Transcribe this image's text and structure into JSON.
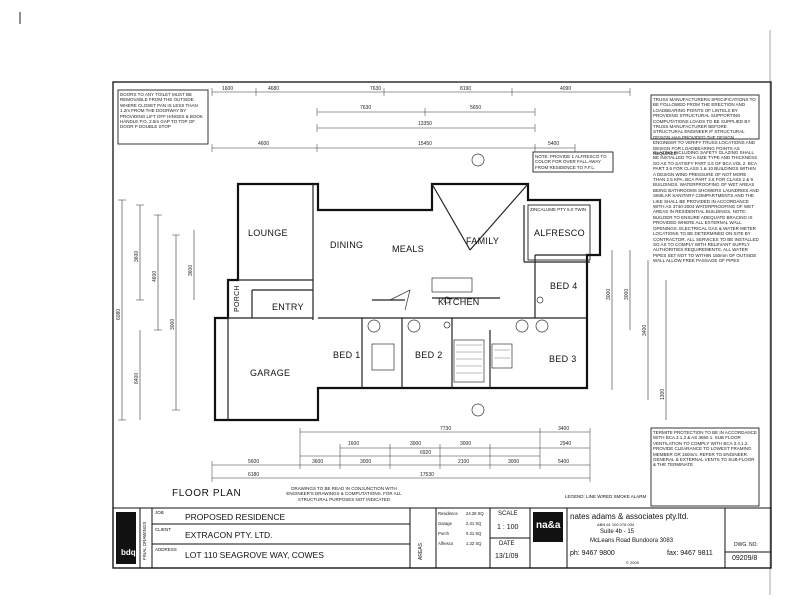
{
  "drawing": {
    "title": "FLOOR PLAN",
    "rooms": {
      "lounge": "LOUNGE",
      "dining": "DINING",
      "meals": "MEALS",
      "family": "FAMILY",
      "alfresco": "ALFRESCO",
      "entry": "ENTRY",
      "porch": "PORCH",
      "kitchen": "KITCHEN",
      "garage": "GARAGE",
      "bed1": "BED 1",
      "bed2": "BED 2",
      "bed3": "BED 3",
      "bed4": "BED 4"
    },
    "dimensions": {
      "top_row1": [
        "1600",
        "4680",
        "7630",
        "8190",
        "4090"
      ],
      "top_row2": [
        "7630",
        "5650"
      ],
      "top_row3": [
        "13350"
      ],
      "top_row4": [
        "4600",
        "15450",
        "5400"
      ],
      "bottom_row1": [
        "7730",
        "3400"
      ],
      "bottom_row2": [
        "1600",
        "3000",
        "3000",
        "2940"
      ],
      "bottom_row3": [
        "6920"
      ],
      "bottom_row4": [
        "5600",
        "3600",
        "3000",
        "2100",
        "3000",
        "5400"
      ],
      "bottom_row5": [
        "6180",
        "17530"
      ],
      "left": [
        "6080",
        "3600",
        "4600",
        "3000",
        "3600",
        "6400"
      ],
      "right": [
        "3000",
        "3000",
        "3400",
        "1300"
      ]
    },
    "legend": "LEGEND: LINE WIRED SMOKE ALARM",
    "read_note": "DRAWINGS TO BE READ IN CONJUNCTION WITH ENGINEER'S DRAWINGS & COMPUTATIONS. FOR ALL STRUCTURAL PURPOSES NOT INDICATED"
  },
  "title_block": {
    "job_label": "JOB",
    "job": "PROPOSED RESIDENCE",
    "client_label": "CLIENT",
    "client": "EXTRACON PTY. LTD.",
    "address_label": "ADDRESS",
    "address": "LOT 110 SEAGROVE WAY, COWES",
    "area_label": "AREAS",
    "areas": [
      {
        "name": "Residence",
        "value": "24.28 SQ"
      },
      {
        "name": "Garage",
        "value": "2.31 SQ"
      },
      {
        "name": "Porch",
        "value": "0.31 SQ"
      },
      {
        "name": "Alfresco",
        "value": "1.32 SQ"
      }
    ],
    "scale_label": "SCALE",
    "scale": "1 : 100",
    "date_label": "DATE",
    "date": "13/1/09",
    "logo": "na&a",
    "firm": "nates adams & associates pty.ltd.",
    "abn": "ABN 61 100 076 034",
    "suite": "Suite 4b - 15",
    "street": "McLeans Road Bundoora 3083",
    "phone": "ph: 9467 9800",
    "fax": "fax: 9467 9811",
    "copyright": "© 2009",
    "dwg_label": "DWG. NO.",
    "dwg_no": "09209/8",
    "side_stamp": "FINAL DRAWINGS",
    "bdq": "bdq"
  },
  "notes": {
    "top_left": "DOORS TO ANY TOILET MUST BE REMOVABLE FROM THE OUTSIDE WHERE CLOSET PAN IS LESS THAN 1.2m FROM THE DOORWAY BY PROVIDING LIFT OFF HINGES & BOOK HANDLE P.O. 2.5m GAP TO TOP OF DOOR P DOUBLE STOP",
    "top_right": "TRUSS MANUFACTURERS SPECIFICATIONS TO BE FOLLOWED FROM THE ERECTION AND LOADBEARING POINTS OF LINTELS BY PROVIDING STRUCTURAL SUPPORTING COMPUTATIONS LOADS TO BE SUPPLIED BY TRUSS MANUFACTURER BEFORE STRUCTURAL ENGINEER IF STRUCTURAL DESIGN HAS PROVIDED THE DESIGN ENGINEER TO VERIFY TRUSS LOCATIONS AND DESIGN FOR LOADBEARING POINTS AS REQUIRED",
    "right_column": "GLAZING INCLUDING SAFETY GLAZING SHALL BE INSTALLED TO A SIZE TYPE AND THICKNESS SO AS TO SATISFY PART 3.6 OF BCA VOL 2. BCA PART 3.6 FOR CLASS 1 & 10 BUILDINGS WITHIN A DESIGN WIND PRESSURE OF NOT MORE THAN 2.5 KPA. BCA PART 3.6 FOR CLASS 2 & 9 BUILDINGS. WATERPROOFING OF WET AREAS BEING BATHROOMS SHOWERS LAUNDRIES AND SIMILAR SANITARY COMPARTMENTS AND THE LIKE SHALL BE PROVIDED IN ACCORDANCE WITH AS 3740-2004 WATERPROOFING OF WET AREAS IN RESIDENTIAL BUILDINGS. NOTE: BUILDER TO ENSURE ADEQUATE BRACING IS PROVIDED WHERE ALL EXTERNAL WALL OPENINGS. ELECTRICAL GAS & WATER METER LOCATIONS TO BE DETERMINED ON SITE BY CONTRACTOR. ALL SERVICES TO BE INSTALLED SO AS TO COMPLY WITH RELEVANT SUPPLY AUTHORITIES REQUIREMENTS. ALL WATER PIPES SET NOT TO WITHIN 150mm OF OUTSIDE WALL ALLOW FREE PASSAGE OF PIPES",
    "bottom_right": "TERMITE PROTECTION TO BE IN ACCORDANCE WITH BCA 3.1.3 & AS 3660.1. SUB FLOOR VENTILATION TO COMPLY WITH BCA 3.4.1.2. PROVIDE CLEARANCE TO LOWEST FRAMING MEMBER OR 150mm. REFER TO ENGINEER. GENERAL & EXTERNAL VENTS TO SUB-FLOOR & THE TERMINATE",
    "centre_top": "NOTE: PROVIDE 1 ALFRESCO TO COLOR FOR OVER FALL AWAY FROM RESIDENCE TO F.F.L.",
    "alfresco_note": "ZINCALUME PTY 5.0 TWIN"
  }
}
